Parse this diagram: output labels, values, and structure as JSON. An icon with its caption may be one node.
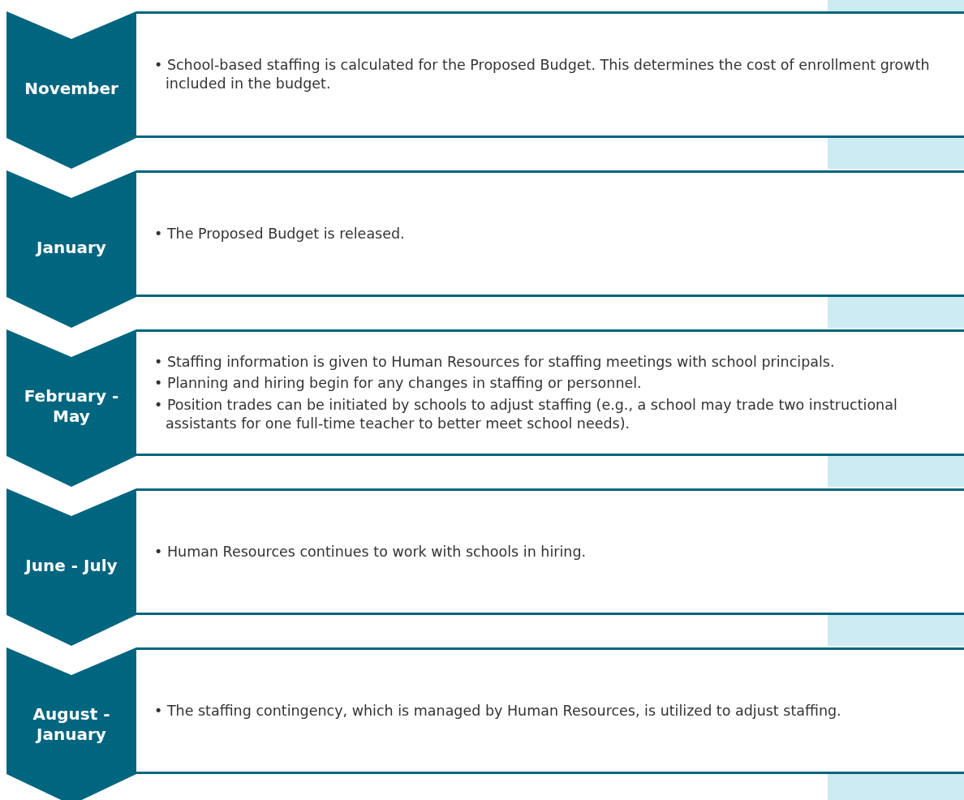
{
  "diagram": {
    "nodes": [
      {
        "text": [
          "November"
        ]
      },
      {
        "text": [
          "• School-based staffing is calculated for the Proposed Budget. This determines the cost of enrollment growth included in the budget."
        ]
      },
      {
        "text": [
          "January"
        ]
      },
      {
        "text": [
          "• The Proposed Budget is released."
        ]
      },
      {
        "text": [
          "February - May"
        ]
      },
      {
        "text": [
          "• Staffing information is given to Human Resources for staffing meetings with school principals.",
          "• Planning and hiring begin for any changes in staffing or personnel.",
          "• Position trades can be initiated by schools to adjust staffing (e.g., a school may trade two instructional assistants for one full-time teacher to better meet school needs)."
        ]
      },
      {
        "text": [
          "June - July"
        ]
      },
      {
        "text": [
          "• Human Resources continues to work with schools in hiring."
        ]
      },
      {
        "text": [
          "August - January"
        ]
      },
      {
        "text": [
          "• The staffing contingency, which is managed by Human Resources, is utilized to adjust staffing."
        ]
      }
    ]
  }
}
